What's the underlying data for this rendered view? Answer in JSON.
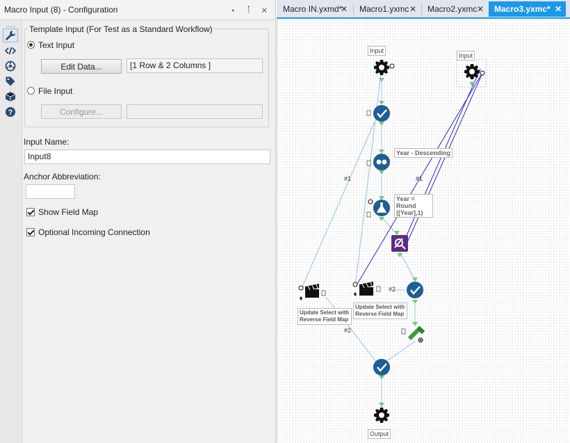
{
  "left_panel": {
    "title": "Macro Input (8) - Configuration",
    "title_buttons": "▾ ᛙ ✕",
    "tool_dots": "....",
    "group_title": "Template Input (For Test as a Standard Workflow)",
    "text_input_label": "Text Input",
    "edit_data_label": "Edit Data...",
    "data_summary": "[1 Row & 2 Columns ]",
    "file_input_label": "File Input",
    "configure_label": "Configure...",
    "input_name_label": "Input Name:",
    "input_name_value": "Input8",
    "anchor_label": "Anchor Abbreviation:",
    "anchor_value": "",
    "show_field_map_label": "Show Field Map",
    "optional_incoming_label": "Optional Incoming Connection"
  },
  "tabs": [
    {
      "label": "Macro IN.yxmd*"
    },
    {
      "label": "Macro1.yxmc"
    },
    {
      "label": "Macro2.yxmc"
    },
    {
      "label": "Macro3.yxmc*"
    }
  ],
  "tab_close": "✕",
  "canvas": {
    "input_label_1": "Input",
    "input_label_2": "Input",
    "sort_label": "Year - Descending",
    "formula_label": "Year = Round ([Year],1)",
    "action_label_1": "Update Select with Reverse Field Map",
    "action_label_2": "Update Select with Reverse Field Map",
    "output_label": "Output",
    "conn_1": "#1",
    "conn_2": "#1",
    "conn_3": "#2",
    "conn_4": "#2"
  },
  "colors": {
    "accent": "#1c97ea",
    "tool_blue": "#1f5e96",
    "tool_purple": "#5b2d86",
    "tool_green": "#3a9e3a",
    "connection_blue": "#2a2ac8",
    "connection_light": "#8fc3e8"
  }
}
